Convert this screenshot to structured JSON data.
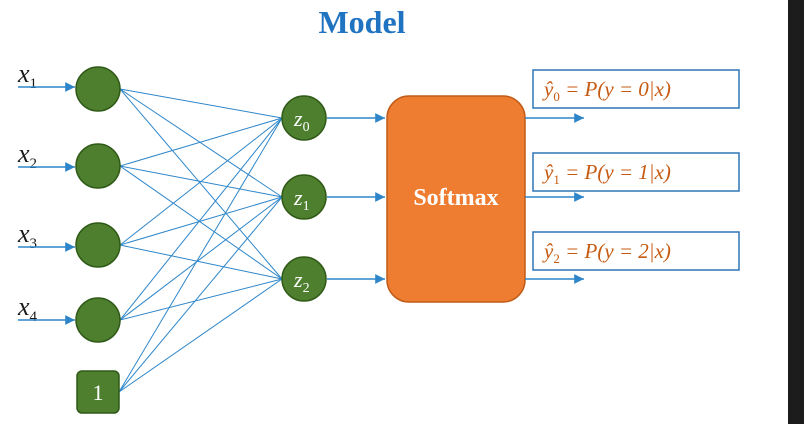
{
  "title": "Model",
  "inputs": [
    {
      "base": "x",
      "sub": "1"
    },
    {
      "base": "x",
      "sub": "2"
    },
    {
      "base": "x",
      "sub": "3"
    },
    {
      "base": "x",
      "sub": "4"
    }
  ],
  "bias_label": "1",
  "hidden": [
    {
      "base": "z",
      "sub": "0"
    },
    {
      "base": "z",
      "sub": "1"
    },
    {
      "base": "z",
      "sub": "2"
    }
  ],
  "softmax_label": "Softmax",
  "outputs": [
    {
      "hat": "ŷ",
      "sub": "0",
      "expr": " = P(y = 0|x)"
    },
    {
      "hat": "ŷ",
      "sub": "1",
      "expr": " = P(y = 1|x)"
    },
    {
      "hat": "ŷ",
      "sub": "2",
      "expr": " = P(y = 2|x)"
    }
  ],
  "colors": {
    "title": "#1f73c1",
    "node": "#4e7f2e",
    "edge": "#2e86c9",
    "softmax": "#ee7d31",
    "output_text": "#c65a11",
    "output_border": "#2e75b6"
  }
}
